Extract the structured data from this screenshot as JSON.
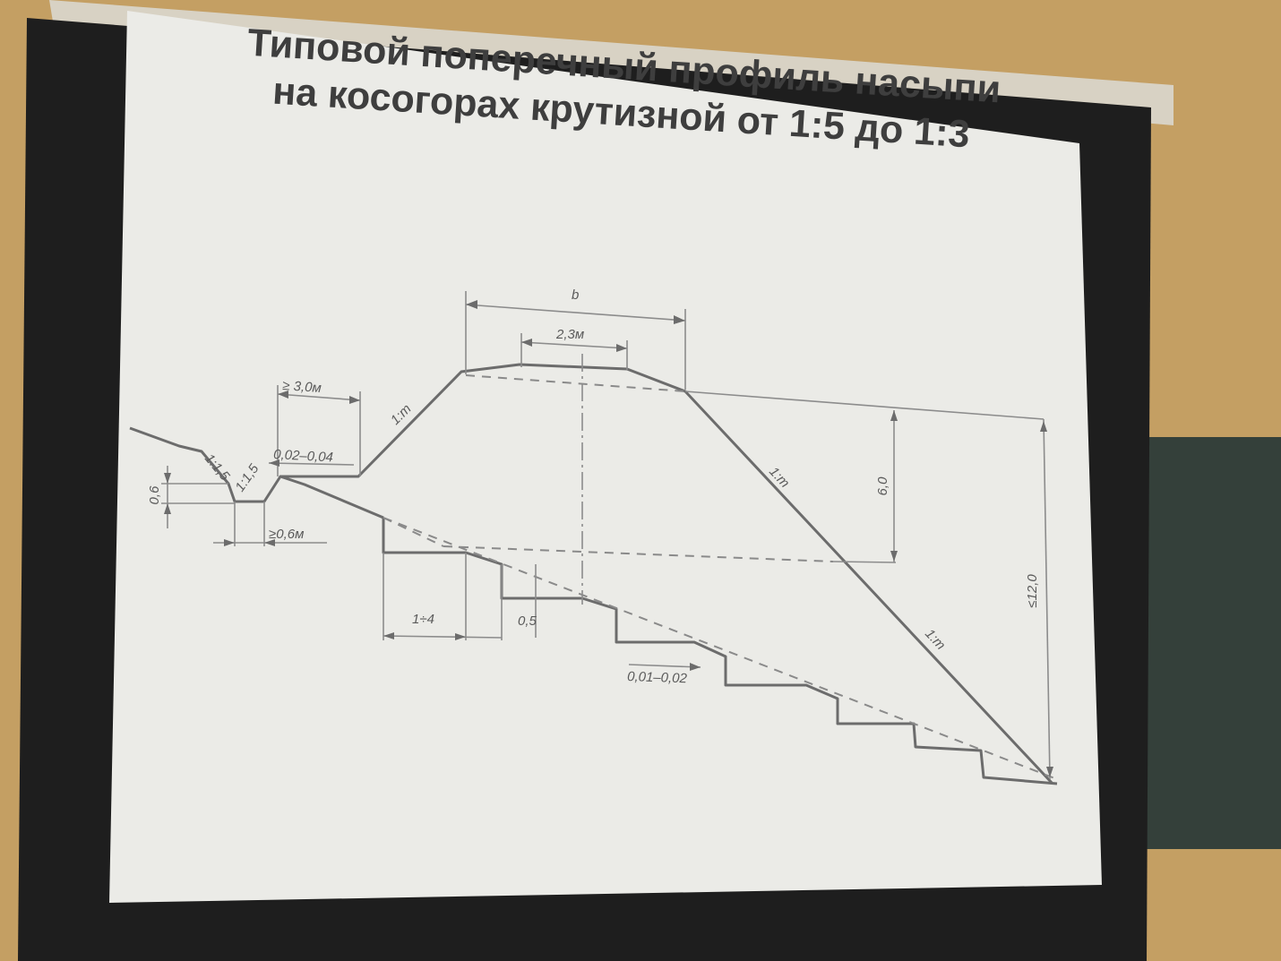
{
  "slide": {
    "title_lines": [
      "Типовой поперечный профиль насыпи",
      "на косогорах крутизной от 1:5 до 1:3"
    ]
  },
  "diagram": {
    "labels": {
      "crest_width": "b",
      "crown_width": "2,3м",
      "berm_width": "≥ 3,0м",
      "berm_slope": "0,02–0,04",
      "ditch_depth": "0,6",
      "ditch_slope_left": "1:1,5",
      "ditch_slope_right": "1:1,5",
      "ditch_bottom": "≥0,6м",
      "upper_slope": "1:m",
      "lower_slope_1": "1:m",
      "lower_slope_2": "1:m",
      "height_6": "6,0",
      "height_12": "≤12,0",
      "step_width": "1÷4",
      "step_height": "0,5",
      "step_slope": "0,01–0,02"
    }
  }
}
